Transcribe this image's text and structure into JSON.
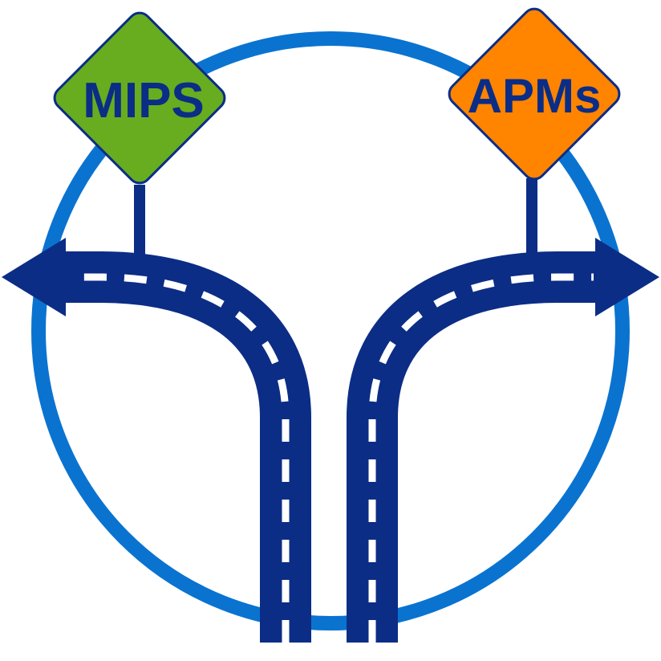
{
  "colors": {
    "ring": "#0a73d0",
    "road": "#0b2d86",
    "lane_marking": "#ffffff",
    "pole": "#0b2d86",
    "sign_border": "#0b2d86",
    "sign_text": "#0b2d86"
  },
  "signs": [
    {
      "key": "left",
      "label": "MIPS",
      "fill": "#67ad1f",
      "direction": "left"
    },
    {
      "key": "right",
      "label": "APMs",
      "fill": "#ff8400",
      "direction": "right"
    }
  ],
  "roads": [
    {
      "key": "left-road",
      "direction": "left"
    },
    {
      "key": "right-road",
      "direction": "right"
    }
  ]
}
